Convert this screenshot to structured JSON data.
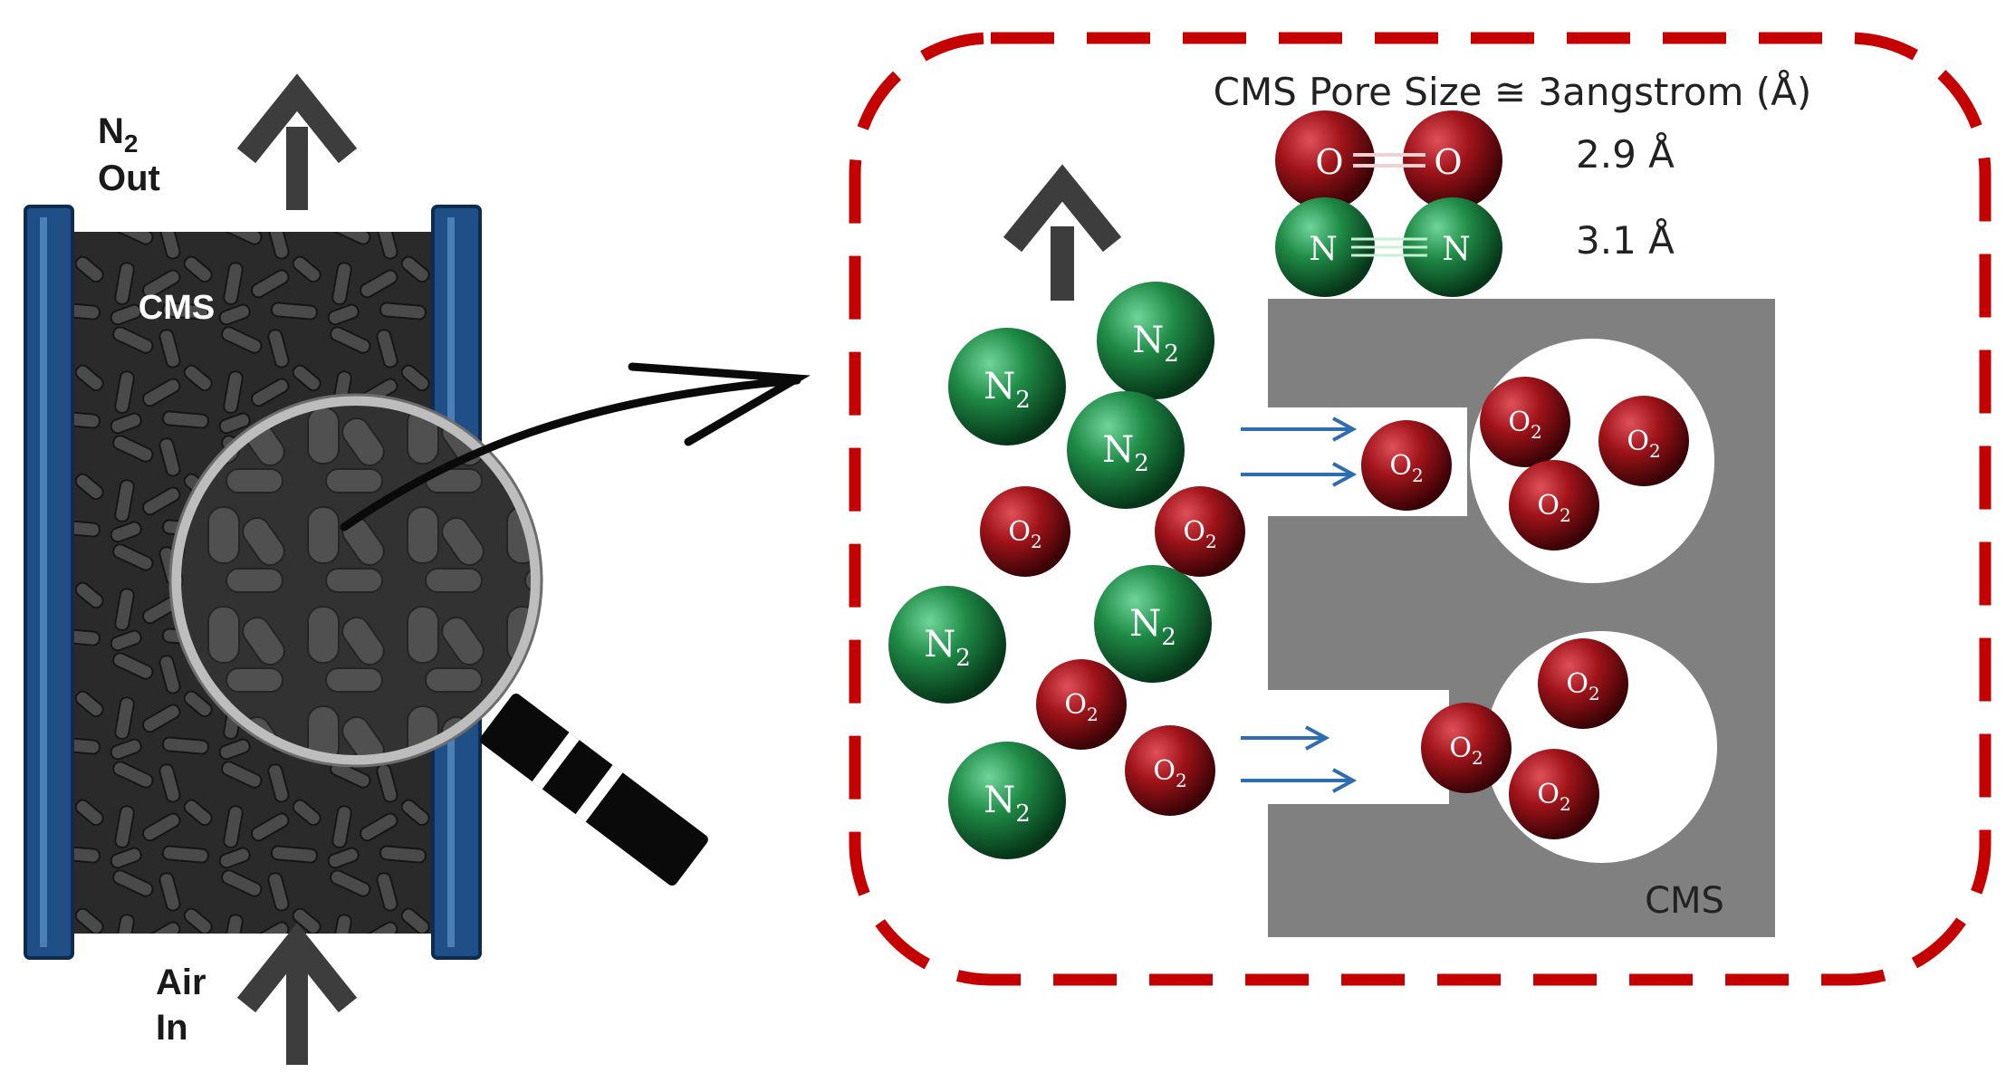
{
  "column": {
    "out_label": {
      "symbol": "N",
      "subscript": "2",
      "line2": "Out"
    },
    "in_label": {
      "line1": "Air",
      "line2": "In"
    },
    "material_label": "CMS"
  },
  "detail": {
    "title": "CMS Pore Size ≅ 3angstrom (Å)",
    "o2_size": "2.9 Å",
    "n2_size": "3.1 Å",
    "oxygen_atom": "O",
    "nitrogen_atom": "N",
    "material_label": "CMS",
    "o2_molecule": {
      "symbol": "O",
      "subscript": "2"
    },
    "n2_molecule": {
      "symbol": "N",
      "subscript": "2"
    }
  },
  "colors": {
    "o2": "#a0141a",
    "n2": "#1f8a46",
    "tube": "#1f4f86",
    "cms": "#808080",
    "dash_border": "#c40000",
    "arrow": "#3d3d3d",
    "flow_arrow": "#2e6db0"
  }
}
